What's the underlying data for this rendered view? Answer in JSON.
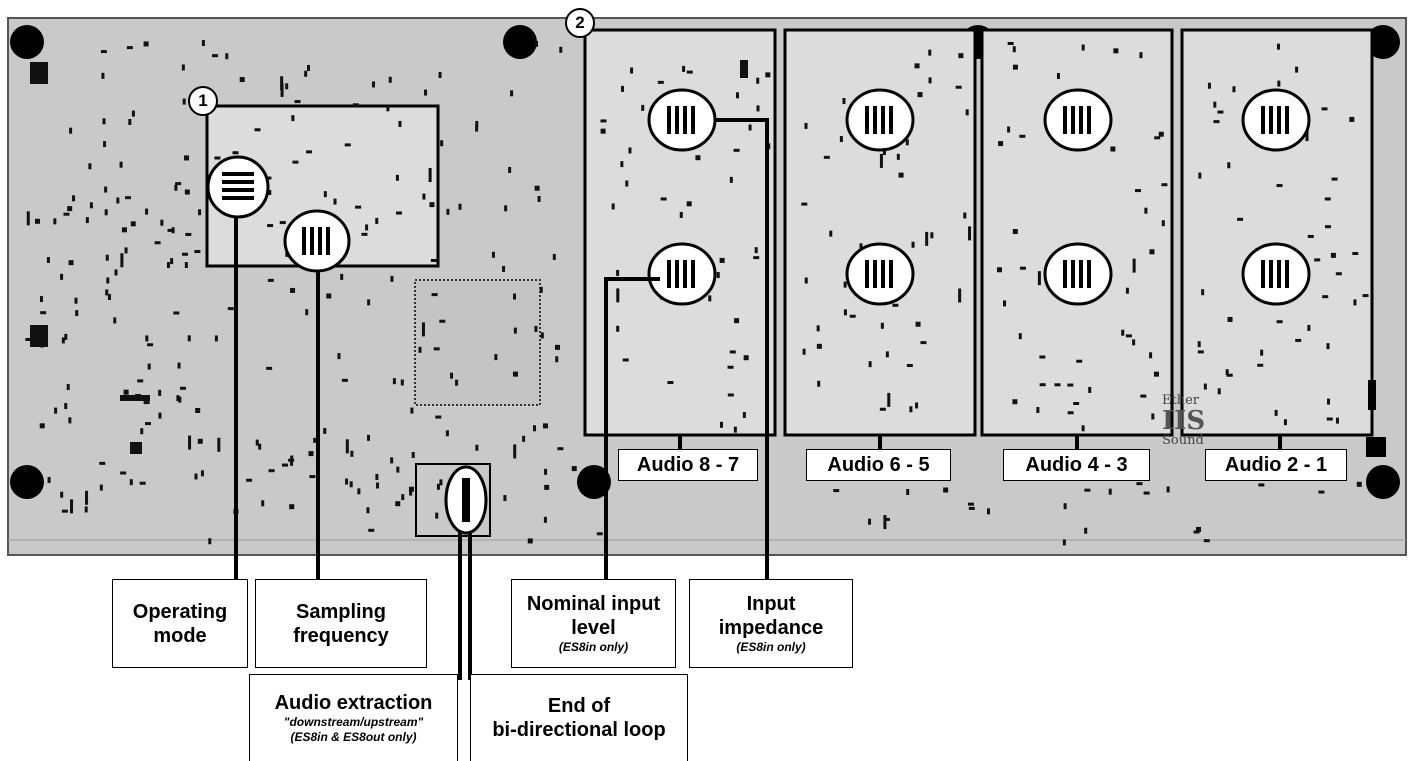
{
  "markers": {
    "m1": "1",
    "m2": "2"
  },
  "audio_labels": [
    "Audio 8 - 7",
    "Audio 6 - 5",
    "Audio 4 - 3",
    "Audio 2 - 1"
  ],
  "callouts": {
    "operating_mode": {
      "line1": "Operating",
      "line2": "mode"
    },
    "sampling_frequency": {
      "line1": "Sampling",
      "line2": "frequency"
    },
    "nominal_input_level": {
      "line1": "Nominal input",
      "line2": "level",
      "note": "(ES8in only)"
    },
    "input_impedance": {
      "line1": "Input",
      "line2": "impedance",
      "note": "(ES8in only)"
    },
    "audio_extraction": {
      "line1": "Audio extraction",
      "note1": "\"downstream/upstream\"",
      "note2": "(ES8in & ES8out only)"
    },
    "end_of_loop": {
      "line1": "End of",
      "line2": "bi-directional loop"
    }
  },
  "logo": {
    "top": "Ether",
    "mark": "IIS",
    "bottom": "Sound"
  },
  "colors": {
    "board": "#c9c9c9",
    "board_border": "#555555",
    "module": "#dcdcdc",
    "component": "#111111",
    "trace": "#000000"
  }
}
